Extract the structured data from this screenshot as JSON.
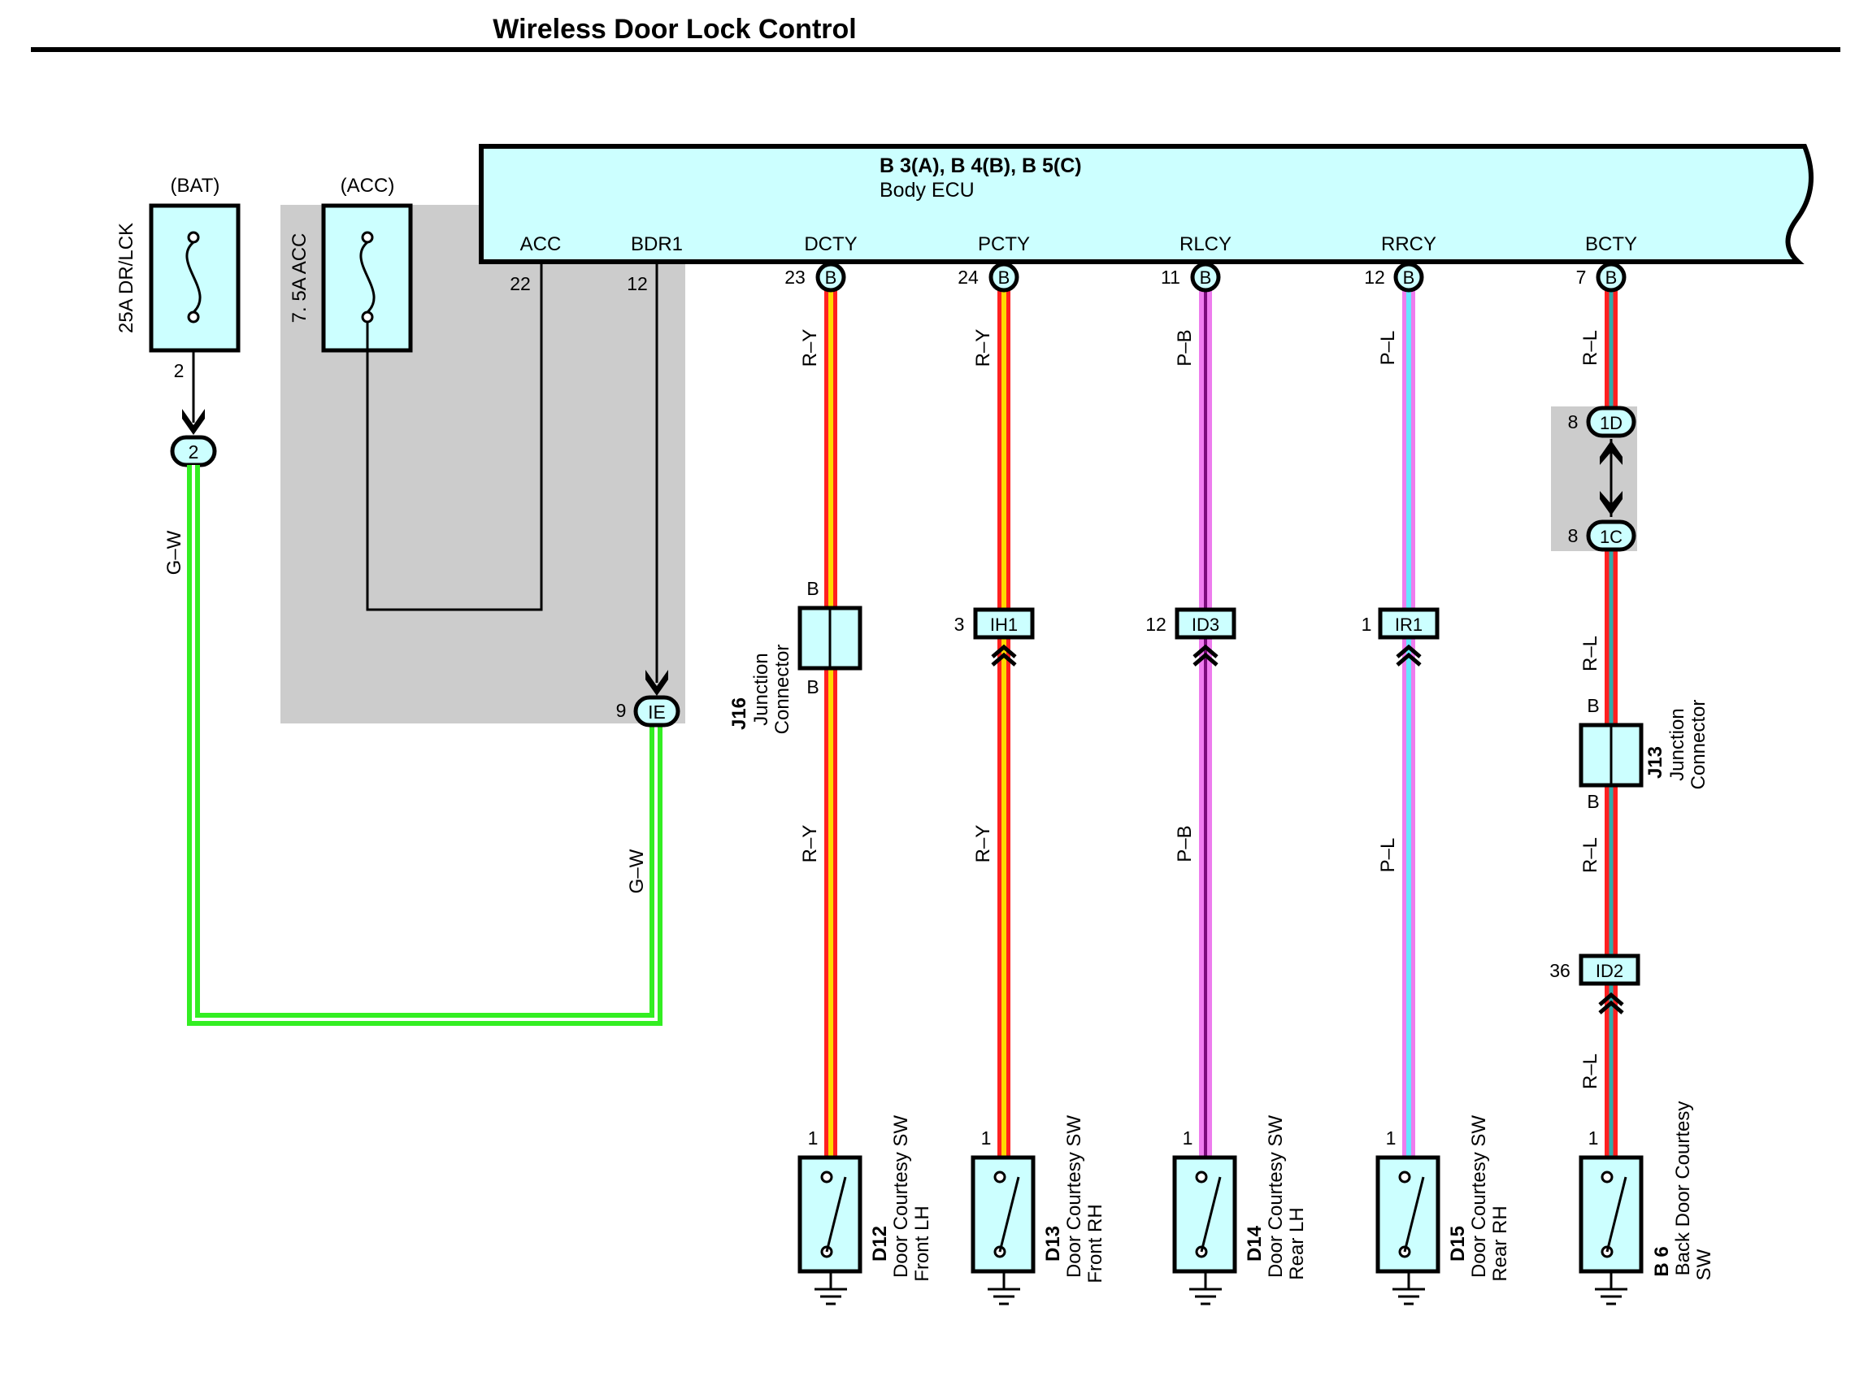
{
  "title": "Wireless Door Lock Control",
  "ecu": {
    "ref": "B 3(A), B 4(B), B 5(C)",
    "name": "Body ECU"
  },
  "colors": {
    "ecu_fill": "#ccffff",
    "shade": "#cccccc",
    "red": "#ff2020",
    "yellow": "#ffd800",
    "pink": "#ee7cee",
    "blue": "#66e6ff",
    "green": "#33ee22"
  },
  "fuses": [
    {
      "source": "(BAT)",
      "label": "25A DR/LCK",
      "pin": "2"
    },
    {
      "source": "(ACC)",
      "label": "7. 5A ACC"
    }
  ],
  "ecu_pins": [
    {
      "name": "ACC",
      "num": "22"
    },
    {
      "name": "BDR1",
      "num": "12"
    },
    {
      "name": "DCTY",
      "num": "23",
      "conn": "B"
    },
    {
      "name": "PCTY",
      "num": "24",
      "conn": "B"
    },
    {
      "name": "RLCY",
      "num": "11",
      "conn": "B"
    },
    {
      "name": "RRCY",
      "num": "12",
      "conn": "B"
    },
    {
      "name": "BCTY",
      "num": "7",
      "conn": "B"
    }
  ],
  "connectors": {
    "bat_junction": "2",
    "ie": {
      "code": "IE",
      "pin": "9"
    },
    "ih1": {
      "code": "IH1",
      "pin": "3"
    },
    "id3": {
      "code": "ID3",
      "pin": "12"
    },
    "ir1": {
      "code": "IR1",
      "pin": "1"
    },
    "d1": {
      "code": "1D",
      "pin": "8"
    },
    "c1": {
      "code": "1C",
      "pin": "8"
    },
    "id2": {
      "code": "ID2",
      "pin": "36"
    }
  },
  "junctions": [
    {
      "id": "J16",
      "name1": "Junction",
      "name2": "Connector",
      "top": "B",
      "bottom": "B"
    },
    {
      "id": "J13",
      "name1": "Junction",
      "name2": "Connector",
      "top": "B",
      "bottom": "B"
    }
  ],
  "wires": {
    "gw": "G–W",
    "ry": "R–Y",
    "pb": "P–B",
    "pl": "P–L",
    "rl": "R–L"
  },
  "switches": [
    {
      "id": "D12",
      "l1": "Door Courtesy SW",
      "l2": "Front LH",
      "pin": "1"
    },
    {
      "id": "D13",
      "l1": "Door Courtesy SW",
      "l2": "Front RH",
      "pin": "1"
    },
    {
      "id": "D14",
      "l1": "Door Courtesy SW",
      "l2": "Rear LH",
      "pin": "1"
    },
    {
      "id": "D15",
      "l1": "Door Courtesy SW",
      "l2": "Rear RH",
      "pin": "1"
    },
    {
      "id": "B 6",
      "l1": "Back Door Courtesy",
      "l2": "SW",
      "pin": "1"
    }
  ]
}
